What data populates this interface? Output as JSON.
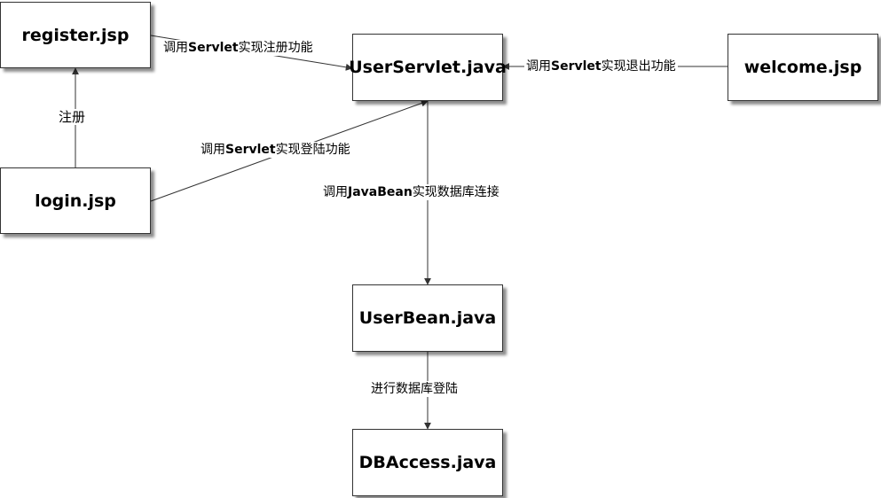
{
  "nodes": {
    "register": "register.jsp",
    "login": "login.jsp",
    "userservlet": "UserServlet.java",
    "welcome": "welcome.jsp",
    "userbean": "UserBean.java",
    "dbaccess": "DBAccess.java"
  },
  "edges": {
    "register_to_servlet": {
      "pre": "调用",
      "code": "Servlet",
      "post": "实现注册功能"
    },
    "welcome_to_servlet": {
      "pre": "调用",
      "code": "Servlet",
      "post": "实现退出功能"
    },
    "login_to_register": {
      "text": "注册"
    },
    "login_to_servlet": {
      "pre": "调用",
      "code": "Servlet",
      "post": "实现登陆功能"
    },
    "servlet_to_bean": {
      "pre": "调用",
      "code": "JavaBean",
      "post": "实现数据库连接"
    },
    "bean_to_db": {
      "text": "进行数据库登陆"
    }
  },
  "colors": {
    "line": "#333333",
    "border": "#333333",
    "text": "#000000"
  }
}
